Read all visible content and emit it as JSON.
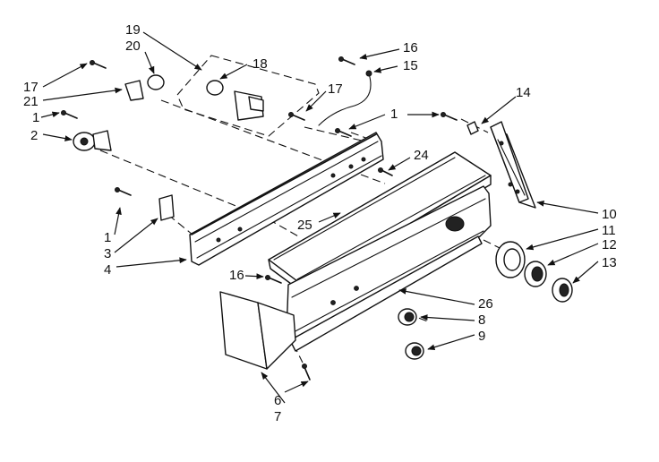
{
  "diagram": {
    "labels": {
      "l1a": "1",
      "l1b": "1",
      "l1c": "1",
      "l2": "2",
      "l3": "3",
      "l4": "4",
      "l6": "6",
      "l7": "7",
      "l8": "8",
      "l9": "9",
      "l10": "10",
      "l11": "11",
      "l12": "12",
      "l13": "13",
      "l14": "14",
      "l15": "15",
      "l16a": "16",
      "l16b": "16",
      "l17a": "17",
      "l17b": "17",
      "l18": "18",
      "l19": "19",
      "l20": "20",
      "l21": "21",
      "l24": "24",
      "l25": "25",
      "l26": "26"
    }
  }
}
